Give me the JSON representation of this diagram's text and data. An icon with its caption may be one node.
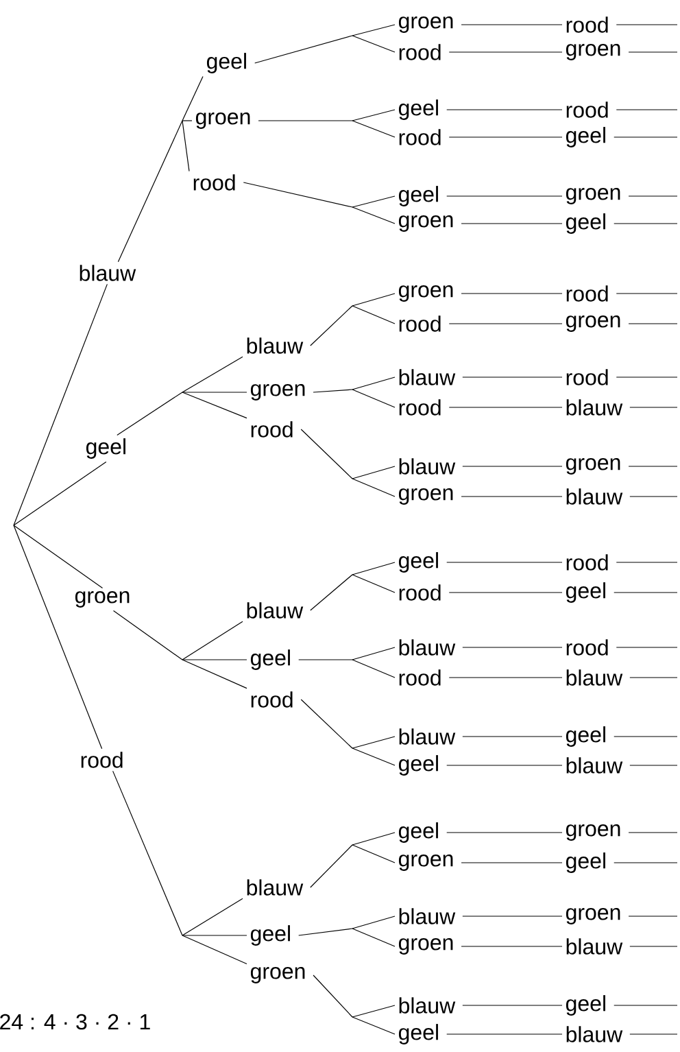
{
  "diagram": {
    "nodes": [
      {
        "text": [
          "blauw"
        ]
      },
      {
        "text": [
          "geel"
        ]
      },
      {
        "text": [
          "groen"
        ]
      },
      {
        "text": [
          "rood"
        ]
      },
      {
        "text": [
          "rood"
        ]
      },
      {
        "text": [
          "groen"
        ]
      },
      {
        "text": [
          "groen"
        ]
      },
      {
        "text": [
          "geel"
        ]
      },
      {
        "text": [
          "rood"
        ]
      },
      {
        "text": [
          "rood"
        ]
      },
      {
        "text": [
          "geel"
        ]
      },
      {
        "text": [
          "rood"
        ]
      },
      {
        "text": [
          "geel"
        ]
      },
      {
        "text": [
          "groen"
        ]
      },
      {
        "text": [
          "groen"
        ]
      },
      {
        "text": [
          "geel"
        ]
      },
      {
        "text": [
          "geel"
        ]
      },
      {
        "text": [
          "blauw"
        ]
      },
      {
        "text": [
          "groen"
        ]
      },
      {
        "text": [
          "rood"
        ]
      },
      {
        "text": [
          "rood"
        ]
      },
      {
        "text": [
          "groen"
        ]
      },
      {
        "text": [
          "groen"
        ]
      },
      {
        "text": [
          "blauw"
        ]
      },
      {
        "text": [
          "rood"
        ]
      },
      {
        "text": [
          "rood"
        ]
      },
      {
        "text": [
          "blauw"
        ]
      },
      {
        "text": [
          "rood"
        ]
      },
      {
        "text": [
          "blauw"
        ]
      },
      {
        "text": [
          "groen"
        ]
      },
      {
        "text": [
          "groen"
        ]
      },
      {
        "text": [
          "blauw"
        ]
      },
      {
        "text": [
          "groen"
        ]
      },
      {
        "text": [
          "blauw"
        ]
      },
      {
        "text": [
          "geel"
        ]
      },
      {
        "text": [
          "rood"
        ]
      },
      {
        "text": [
          "rood"
        ]
      },
      {
        "text": [
          "geel"
        ]
      },
      {
        "text": [
          "geel"
        ]
      },
      {
        "text": [
          "blauw"
        ]
      },
      {
        "text": [
          "rood"
        ]
      },
      {
        "text": [
          "rood"
        ]
      },
      {
        "text": [
          "blauw"
        ]
      },
      {
        "text": [
          "rood"
        ]
      },
      {
        "text": [
          "blauw"
        ]
      },
      {
        "text": [
          "geel"
        ]
      },
      {
        "text": [
          "geel"
        ]
      },
      {
        "text": [
          "blauw"
        ]
      },
      {
        "text": [
          "rood"
        ]
      },
      {
        "text": [
          "blauw"
        ]
      },
      {
        "text": [
          "geel"
        ]
      },
      {
        "text": [
          "groen"
        ]
      },
      {
        "text": [
          "groen"
        ]
      },
      {
        "text": [
          "geel"
        ]
      },
      {
        "text": [
          "geel"
        ]
      },
      {
        "text": [
          "blauw"
        ]
      },
      {
        "text": [
          "groen"
        ]
      },
      {
        "text": [
          "groen"
        ]
      },
      {
        "text": [
          "blauw"
        ]
      },
      {
        "text": [
          "groen"
        ]
      },
      {
        "text": [
          "blauw"
        ]
      },
      {
        "text": [
          "geel"
        ]
      },
      {
        "text": [
          "geel"
        ]
      },
      {
        "text": [
          "blauw"
        ]
      }
    ],
    "edges": [
      {
        "from": null,
        "to": 0,
        "arrow": "none"
      },
      {
        "from": 0,
        "to": 1,
        "arrow": "none"
      },
      {
        "from": 0,
        "to": 6,
        "arrow": "none"
      },
      {
        "from": 0,
        "to": 11,
        "arrow": "none"
      },
      {
        "from": 1,
        "to": 2,
        "arrow": "none"
      },
      {
        "from": 1,
        "to": 4,
        "arrow": "none"
      },
      {
        "from": 2,
        "to": 3,
        "arrow": "none"
      },
      {
        "from": 4,
        "to": 5,
        "arrow": "none"
      },
      {
        "from": 3,
        "to": null,
        "arrow": "none"
      },
      {
        "from": 5,
        "to": null,
        "arrow": "none"
      },
      {
        "from": 6,
        "to": 7,
        "arrow": "none"
      },
      {
        "from": 6,
        "to": 9,
        "arrow": "none"
      },
      {
        "from": 7,
        "to": 8,
        "arrow": "none"
      },
      {
        "from": 9,
        "to": 10,
        "arrow": "none"
      },
      {
        "from": 8,
        "to": null,
        "arrow": "none"
      },
      {
        "from": 10,
        "to": null,
        "arrow": "none"
      },
      {
        "from": 11,
        "to": 12,
        "arrow": "none"
      },
      {
        "from": 11,
        "to": 14,
        "arrow": "none"
      },
      {
        "from": 12,
        "to": 13,
        "arrow": "none"
      },
      {
        "from": 14,
        "to": 15,
        "arrow": "none"
      },
      {
        "from": 13,
        "to": null,
        "arrow": "none"
      },
      {
        "from": 15,
        "to": null,
        "arrow": "none"
      },
      {
        "from": null,
        "to": 16,
        "arrow": "none"
      },
      {
        "from": 16,
        "to": 17,
        "arrow": "none"
      },
      {
        "from": 16,
        "to": 22,
        "arrow": "none"
      },
      {
        "from": 16,
        "to": 27,
        "arrow": "none"
      },
      {
        "from": 17,
        "to": 18,
        "arrow": "none"
      },
      {
        "from": 17,
        "to": 20,
        "arrow": "none"
      },
      {
        "from": 18,
        "to": 19,
        "arrow": "none"
      },
      {
        "from": 20,
        "to": 21,
        "arrow": "none"
      },
      {
        "from": 19,
        "to": null,
        "arrow": "none"
      },
      {
        "from": 21,
        "to": null,
        "arrow": "none"
      },
      {
        "from": 22,
        "to": 23,
        "arrow": "none"
      },
      {
        "from": 22,
        "to": 25,
        "arrow": "none"
      },
      {
        "from": 23,
        "to": 24,
        "arrow": "none"
      },
      {
        "from": 25,
        "to": 26,
        "arrow": "none"
      },
      {
        "from": 24,
        "to": null,
        "arrow": "none"
      },
      {
        "from": 26,
        "to": null,
        "arrow": "none"
      },
      {
        "from": 27,
        "to": 28,
        "arrow": "none"
      },
      {
        "from": 27,
        "to": 30,
        "arrow": "none"
      },
      {
        "from": 28,
        "to": 29,
        "arrow": "none"
      },
      {
        "from": 30,
        "to": 31,
        "arrow": "none"
      },
      {
        "from": 29,
        "to": null,
        "arrow": "none"
      },
      {
        "from": 31,
        "to": null,
        "arrow": "none"
      },
      {
        "from": null,
        "to": 32,
        "arrow": "none"
      },
      {
        "from": 32,
        "to": 33,
        "arrow": "none"
      },
      {
        "from": 32,
        "to": 38,
        "arrow": "none"
      },
      {
        "from": 32,
        "to": 43,
        "arrow": "none"
      },
      {
        "from": 33,
        "to": 34,
        "arrow": "none"
      },
      {
        "from": 33,
        "to": 36,
        "arrow": "none"
      },
      {
        "from": 34,
        "to": 35,
        "arrow": "none"
      },
      {
        "from": 36,
        "to": 37,
        "arrow": "none"
      },
      {
        "from": 35,
        "to": null,
        "arrow": "none"
      },
      {
        "from": 37,
        "to": null,
        "arrow": "none"
      },
      {
        "from": 38,
        "to": 39,
        "arrow": "none"
      },
      {
        "from": 38,
        "to": 41,
        "arrow": "none"
      },
      {
        "from": 39,
        "to": 40,
        "arrow": "none"
      },
      {
        "from": 41,
        "to": 42,
        "arrow": "none"
      },
      {
        "from": 40,
        "to": null,
        "arrow": "none"
      },
      {
        "from": 42,
        "to": null,
        "arrow": "none"
      },
      {
        "from": 43,
        "to": 44,
        "arrow": "none"
      },
      {
        "from": 43,
        "to": 46,
        "arrow": "none"
      },
      {
        "from": 44,
        "to": 45,
        "arrow": "none"
      },
      {
        "from": 46,
        "to": 47,
        "arrow": "none"
      },
      {
        "from": 45,
        "to": null,
        "arrow": "none"
      },
      {
        "from": 47,
        "to": null,
        "arrow": "none"
      },
      {
        "from": null,
        "to": 48,
        "arrow": "none"
      },
      {
        "from": 48,
        "to": 49,
        "arrow": "none"
      },
      {
        "from": 48,
        "to": 54,
        "arrow": "none"
      },
      {
        "from": 48,
        "to": 59,
        "arrow": "none"
      },
      {
        "from": 49,
        "to": 50,
        "arrow": "none"
      },
      {
        "from": 49,
        "to": 52,
        "arrow": "none"
      },
      {
        "from": 50,
        "to": 51,
        "arrow": "none"
      },
      {
        "from": 52,
        "to": 53,
        "arrow": "none"
      },
      {
        "from": 51,
        "to": null,
        "arrow": "none"
      },
      {
        "from": 53,
        "to": null,
        "arrow": "none"
      },
      {
        "from": 54,
        "to": 55,
        "arrow": "none"
      },
      {
        "from": 54,
        "to": 57,
        "arrow": "none"
      },
      {
        "from": 55,
        "to": 56,
        "arrow": "none"
      },
      {
        "from": 57,
        "to": 58,
        "arrow": "none"
      },
      {
        "from": 56,
        "to": null,
        "arrow": "none"
      },
      {
        "from": 58,
        "to": null,
        "arrow": "none"
      },
      {
        "from": 59,
        "to": 60,
        "arrow": "none"
      },
      {
        "from": 59,
        "to": 62,
        "arrow": "none"
      },
      {
        "from": 60,
        "to": 61,
        "arrow": "none"
      },
      {
        "from": 62,
        "to": 63,
        "arrow": "none"
      },
      {
        "from": 61,
        "to": null,
        "arrow": "none"
      },
      {
        "from": 63,
        "to": null,
        "arrow": "none"
      }
    ],
    "labels": [
      "24 : 4 · 3 · 2 · 1"
    ]
  }
}
